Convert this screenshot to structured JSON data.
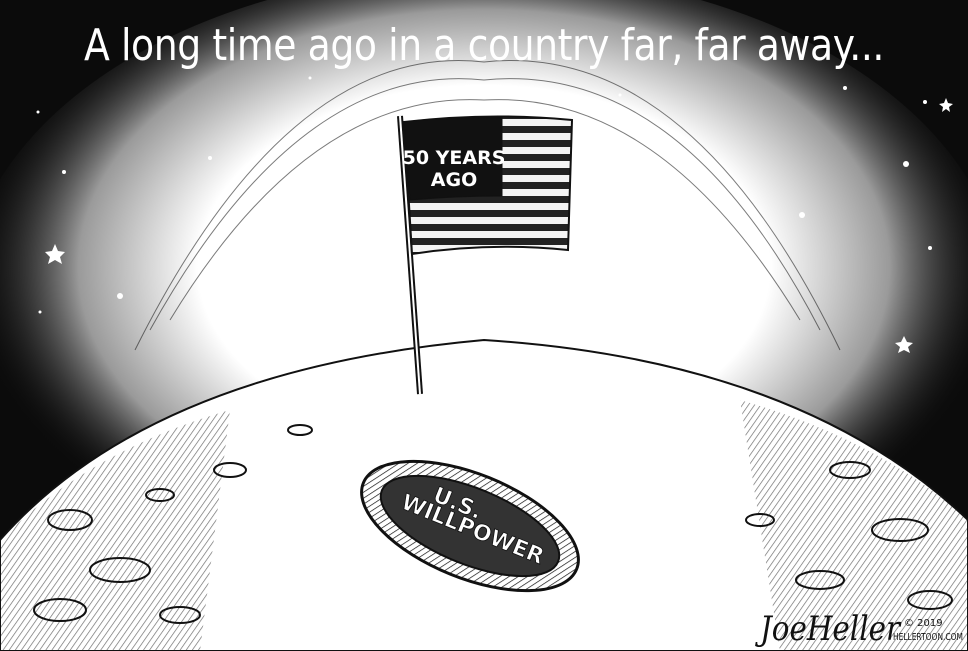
{
  "cartoon": {
    "caption": "A long time ago in a country far, far away...",
    "flag_label_line1": "50 YEARS",
    "flag_label_line2": "AGO",
    "footprint_line1": "U.S.",
    "footprint_line2": "WILLPOWER",
    "signature": "JoeHeller",
    "credit_year": "© 2019",
    "credit_site": "HELLERTOON.COM"
  },
  "colors": {
    "sky": "#0b0b0b",
    "glow": "#ffffff",
    "ink": "#111111"
  },
  "icons": [
    "american-flag-icon",
    "footprint-icon",
    "star-icon"
  ]
}
